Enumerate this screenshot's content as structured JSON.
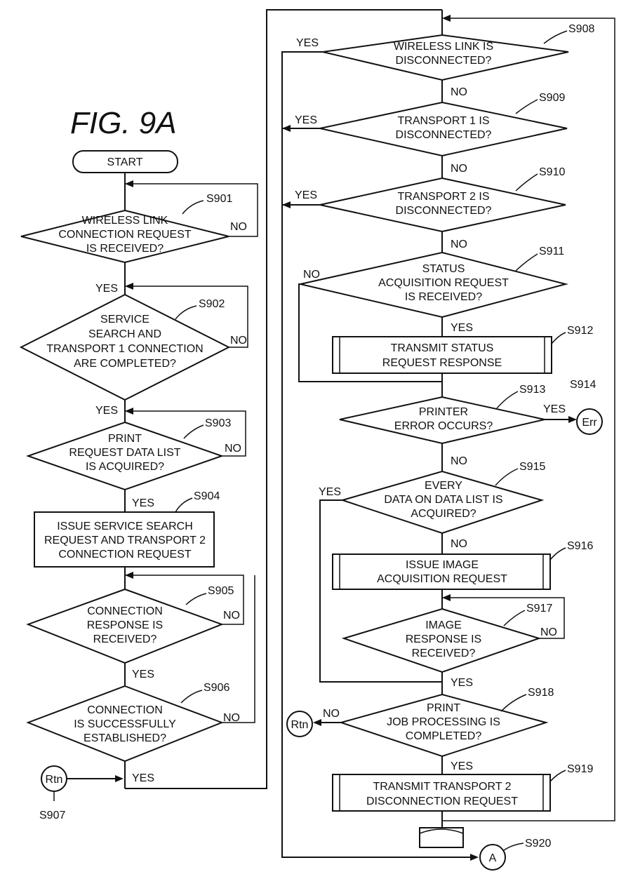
{
  "figure_title": "FIG. 9A",
  "start_label": "START",
  "s901": {
    "id": "S901",
    "lines": [
      "WIRELESS LINK",
      "CONNECTION REQUEST",
      "IS RECEIVED?"
    ]
  },
  "s902": {
    "id": "S902",
    "lines": [
      "SERVICE",
      "SEARCH AND",
      "TRANSPORT 1 CONNECTION",
      "ARE COMPLETED?"
    ]
  },
  "s903": {
    "id": "S903",
    "lines": [
      "PRINT",
      "REQUEST DATA LIST",
      "IS ACQUIRED?"
    ]
  },
  "s904": {
    "id": "S904",
    "lines": [
      "ISSUE SERVICE SEARCH",
      "REQUEST AND TRANSPORT 2",
      "CONNECTION REQUEST"
    ]
  },
  "s905": {
    "id": "S905",
    "lines": [
      "CONNECTION",
      "RESPONSE IS",
      "RECEIVED?"
    ]
  },
  "s906": {
    "id": "S906",
    "lines": [
      "CONNECTION",
      "IS SUCCESSFULLY",
      "ESTABLISHED?"
    ]
  },
  "s907": {
    "id": "S907",
    "connector": "Rtn"
  },
  "s908": {
    "id": "S908",
    "lines": [
      "WIRELESS LINK IS",
      "DISCONNECTED?"
    ]
  },
  "s909": {
    "id": "S909",
    "lines": [
      "TRANSPORT 1 IS",
      "DISCONNECTED?"
    ]
  },
  "s910": {
    "id": "S910",
    "lines": [
      "TRANSPORT 2 IS",
      "DISCONNECTED?"
    ]
  },
  "s911": {
    "id": "S911",
    "lines": [
      "STATUS",
      "ACQUISITION REQUEST",
      "IS RECEIVED?"
    ]
  },
  "s912": {
    "id": "S912",
    "lines": [
      "TRANSMIT STATUS",
      "REQUEST RESPONSE"
    ]
  },
  "s913": {
    "id": "S913",
    "lines": [
      "PRINTER",
      "ERROR OCCURS?"
    ]
  },
  "s914": {
    "id": "S914",
    "connector": "Err"
  },
  "s915": {
    "id": "S915",
    "lines": [
      "EVERY",
      "DATA ON DATA LIST IS",
      "ACQUIRED?"
    ]
  },
  "s916": {
    "id": "S916",
    "lines": [
      "ISSUE IMAGE",
      "ACQUISITION REQUEST"
    ]
  },
  "s917": {
    "id": "S917",
    "lines": [
      "IMAGE",
      "RESPONSE IS",
      "RECEIVED?"
    ]
  },
  "s918": {
    "id": "S918",
    "lines": [
      "PRINT",
      "JOB PROCESSING IS",
      "COMPLETED?"
    ]
  },
  "s919": {
    "id": "S919",
    "lines": [
      "TRANSMIT TRANSPORT 2",
      "DISCONNECTION REQUEST"
    ]
  },
  "s920": {
    "id": "S920",
    "connector": "A"
  },
  "rtn_label": "Rtn",
  "yes": "YES",
  "no": "NO"
}
